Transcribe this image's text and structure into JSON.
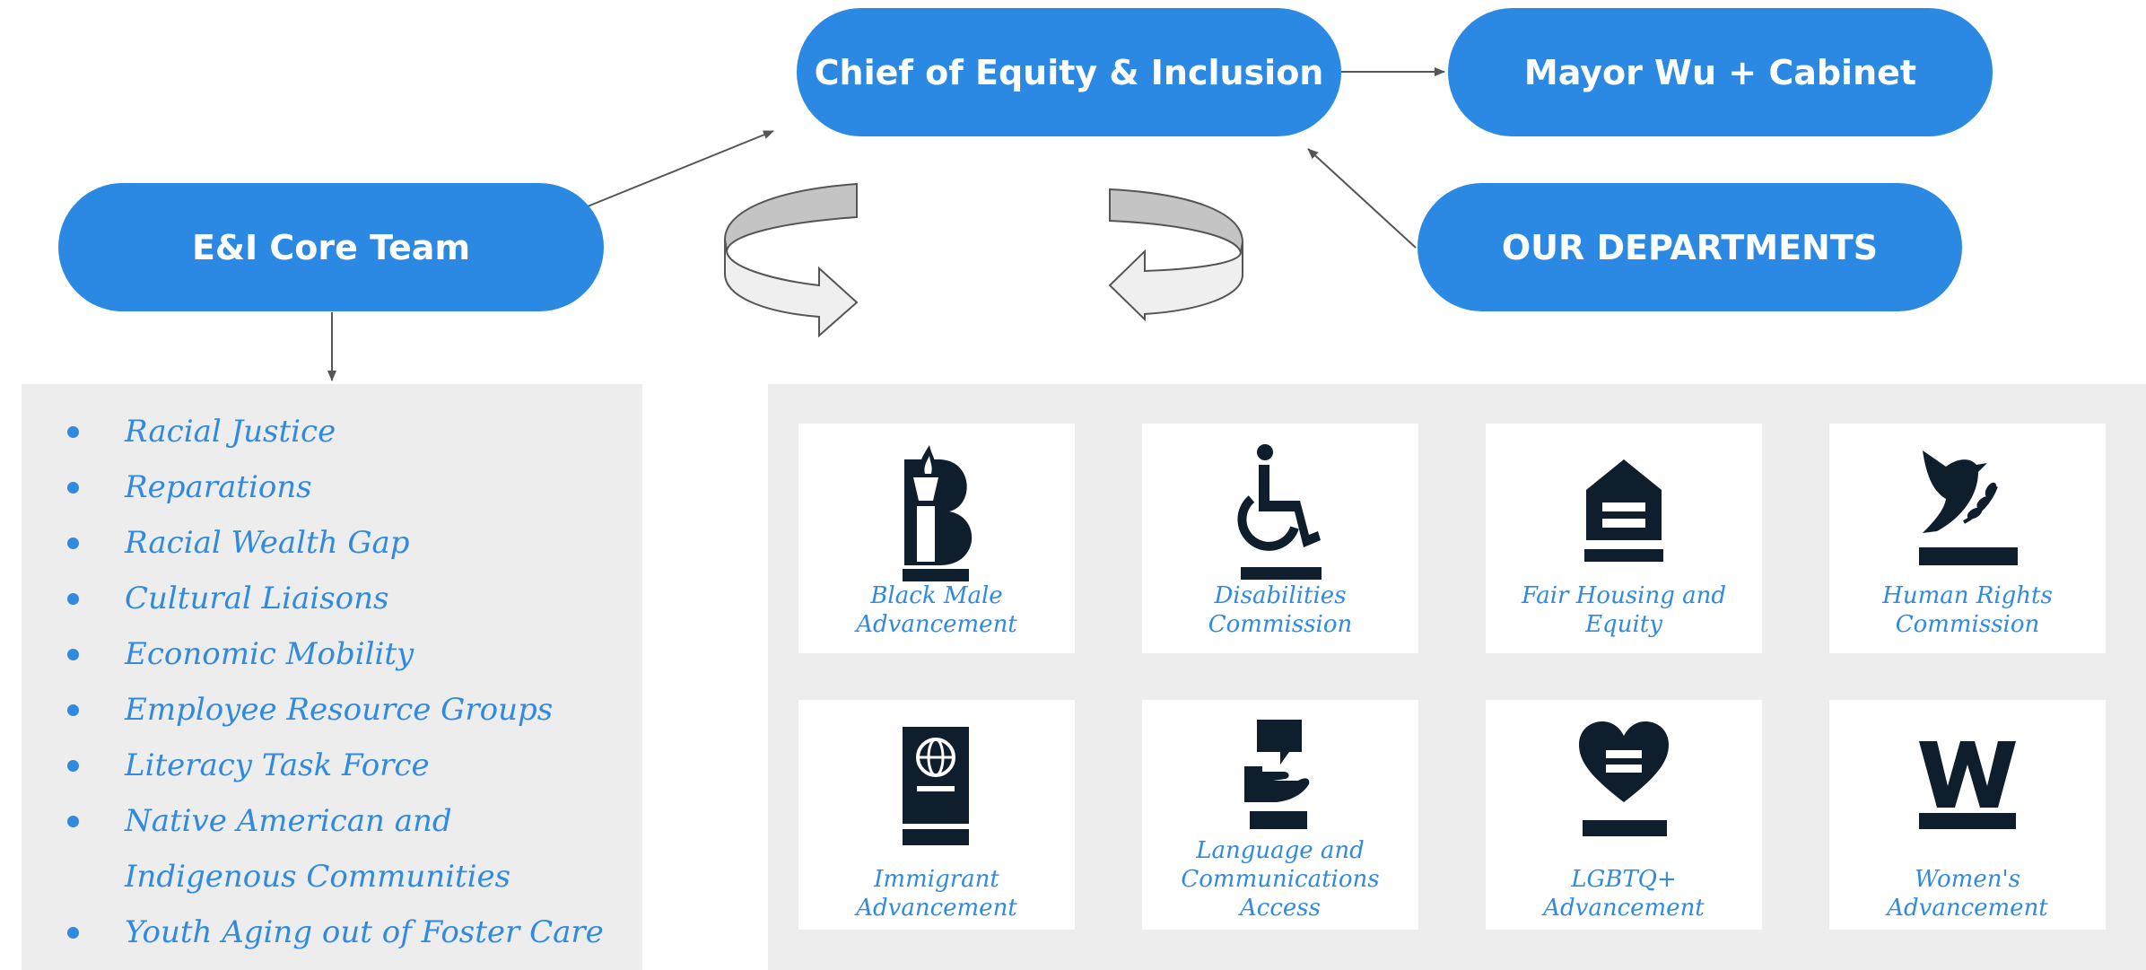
{
  "nodes": {
    "chief": "Chief of Equity & Inclusion",
    "mayor": "Mayor Wu + Cabinet",
    "core_team": "E&I Core Team",
    "departments": "OUR DEPARTMENTS"
  },
  "core_team_topics": [
    "Racial Justice",
    "Reparations",
    "Racial Wealth Gap",
    "Cultural Liaisons",
    "Economic Mobility",
    "Employee Resource Groups",
    "Literacy Task Force",
    "Native American and Indigenous Communities",
    "Youth Aging out of Foster Care"
  ],
  "departments": [
    {
      "label": "Black Male\nAdvancement",
      "icon": "torch-b-icon"
    },
    {
      "label": "Disabilities\nCommission",
      "icon": "wheelchair-icon"
    },
    {
      "label": "Fair Housing and\nEquity",
      "icon": "house-equal-icon"
    },
    {
      "label": "Human Rights\nCommission",
      "icon": "dove-icon"
    },
    {
      "label": "Immigrant\nAdvancement",
      "icon": "passport-icon"
    },
    {
      "label": "Language and\nCommunications\nAccess",
      "icon": "speech-hand-icon"
    },
    {
      "label": "LGBTQ+\nAdvancement",
      "icon": "heart-equal-icon"
    },
    {
      "label": "Women's\nAdvancement",
      "icon": "letter-w-icon"
    }
  ],
  "colors": {
    "node_fill": "#2b89e3",
    "node_text": "#ffffff",
    "panel_bg": "#ededed",
    "italic_text": "#2f8ae0",
    "icon_fill": "#0f1e2d",
    "arrow_line": "#555555"
  }
}
